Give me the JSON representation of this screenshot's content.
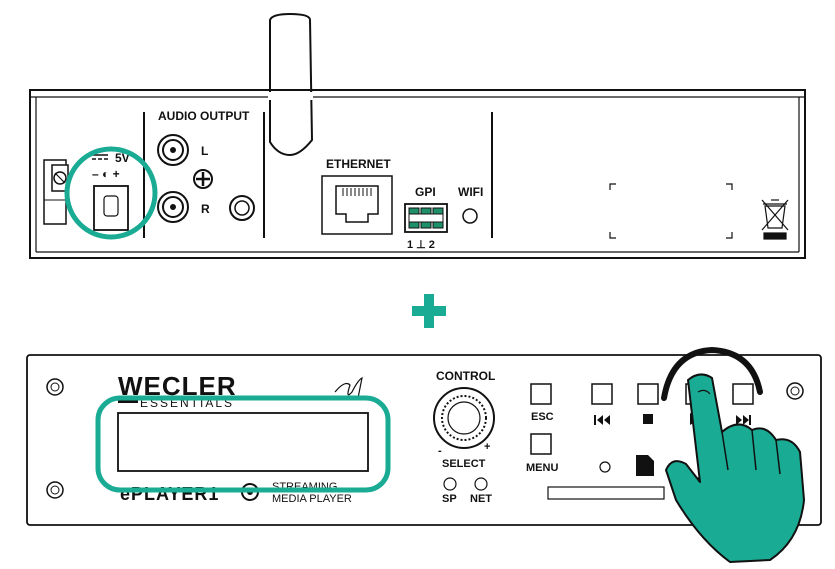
{
  "rear_panel": {
    "power_label": "5V",
    "audio_output_label": "AUDIO OUTPUT",
    "channel_left": "L",
    "channel_right": "R",
    "ethernet_label": "ETHERNET",
    "gpi_label": "GPI",
    "gpi_pins": "1 ⊥ 2",
    "wifi_label": "WIFI"
  },
  "plus_symbol": "+",
  "front_panel": {
    "brand": "WECLER",
    "brand_sub": "ESSENTIALS",
    "product": "ePLAYER1",
    "tagline_1": "STREAMING",
    "tagline_2": "MEDIA PLAYER",
    "control_label": "CONTROL",
    "select_label": "SELECT",
    "encoder_minus": "-",
    "encoder_plus": "+",
    "sp_label": "SP",
    "net_label": "NET",
    "esc_label": "ESC",
    "menu_label": "MENU"
  },
  "colors": {
    "highlight": "#1aab94",
    "outline": "#111111"
  }
}
